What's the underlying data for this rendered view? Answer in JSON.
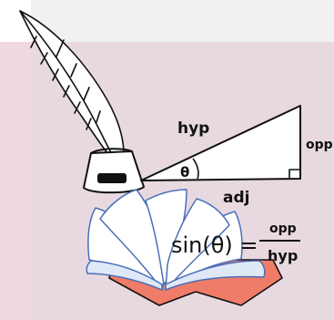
{
  "illustration": {
    "labels": {
      "hyp": "hyp",
      "opp": "opp",
      "adj": "adj",
      "theta": "θ"
    },
    "formula": {
      "lhs": "sin(θ) =",
      "numerator": "opp",
      "denominator": "hyp"
    }
  },
  "colors": {
    "top_band": "#f2f1f1",
    "panel": "#e8d9e0",
    "book_cover": "#ef7c68",
    "page_tint": "#dfe8f7",
    "ink": "#111111"
  }
}
